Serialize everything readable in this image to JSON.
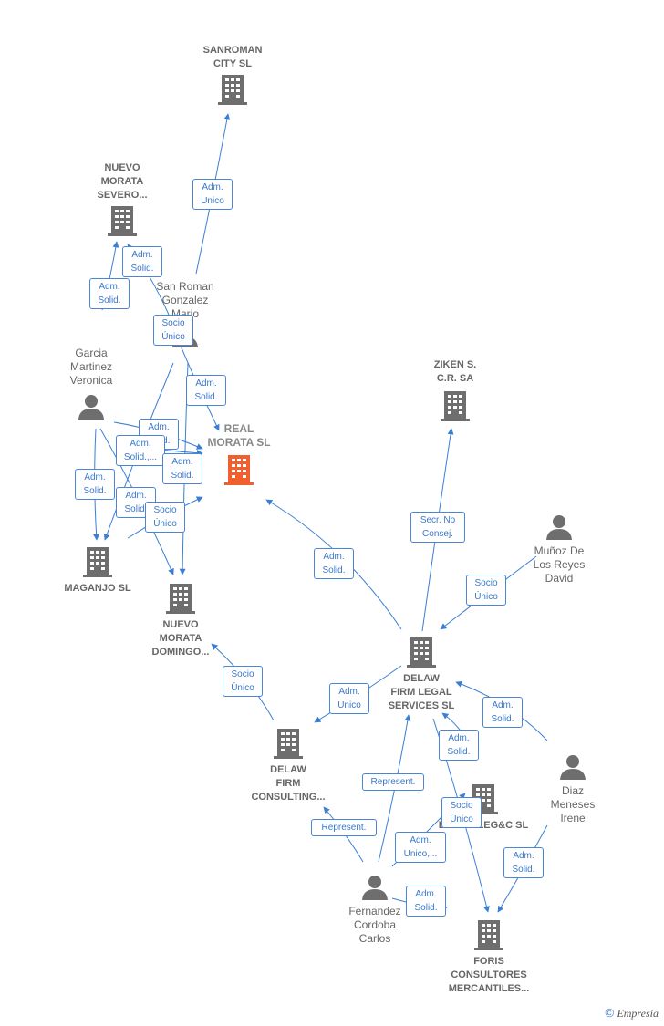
{
  "colors": {
    "edge": "#3a7fd5",
    "building": "#6e6e6e",
    "main_building": "#f0602e",
    "person": "#6e6e6e"
  },
  "nodes": {
    "sanroman": {
      "label": "SANROMAN\nCITY  SL",
      "icon": "building-icon"
    },
    "nuevo_severo": {
      "label": "NUEVO\nMORATA\nSEVERO...",
      "icon": "building-icon"
    },
    "san_roman_mario": {
      "label": "San Roman\nGonzalez\nMario",
      "icon": "person-icon"
    },
    "garcia": {
      "label": "Garcia\nMartinez\nVeronica",
      "icon": "person-icon"
    },
    "real_morata": {
      "label": "REAL\nMORATA  SL",
      "icon": "building-icon"
    },
    "ziken": {
      "label": "ZIKEN S.\nC.R. SA",
      "icon": "building-icon"
    },
    "munoz": {
      "label": "Muñoz De\nLos Reyes\nDavid",
      "icon": "person-icon"
    },
    "maganjo": {
      "label": "MAGANJO SL",
      "icon": "building-icon"
    },
    "nuevo_domingo": {
      "label": "NUEVO\nMORATA\nDOMINGO...",
      "icon": "building-icon"
    },
    "delaw_legal": {
      "label": "DELAW\nFIRM LEGAL\nSERVICES  SL",
      "icon": "building-icon"
    },
    "delaw_consulting": {
      "label": "DELAW\nFIRM\nCONSULTING...",
      "icon": "building-icon"
    },
    "diaz": {
      "label": "Diaz\nMeneses\nIrene",
      "icon": "person-icon"
    },
    "delaw_legc": {
      "label": "DELAW LEG&C  SL",
      "icon": "building-icon"
    },
    "fernandez": {
      "label": "Fernandez\nCordoba\nCarlos",
      "icon": "person-icon"
    },
    "foris": {
      "label": "FORIS\nCONSULTORES\nMERCANTILES...",
      "icon": "building-icon"
    }
  },
  "relations": [
    "Adm.\nUnico",
    "Adm.\nSolid.",
    "Adm.\nSolid.",
    "Socio\nÚnico",
    "Adm.\nSolid.",
    "Adm.\nSolid.",
    "Adm.\nSolid.,...",
    "Adm.\nSolid.",
    "Adm.\nSolid.",
    "Adm.\nSolid.",
    "Socio\nÚnico",
    "Adm.\nSolid.",
    "Secr.  No\nConsej.",
    "Socio\nÚnico",
    "Socio\nÚnico",
    "Adm.\nUnico",
    "Adm.\nSolid.",
    "Adm.\nSolid.",
    "Represent.",
    "Socio\nÚnico",
    "Represent.",
    "Adm.\nUnico,...",
    "Adm.\nSolid.",
    "Adm.\nSolid."
  ],
  "footer": {
    "copyright": "©",
    "brand": "Empresia"
  }
}
